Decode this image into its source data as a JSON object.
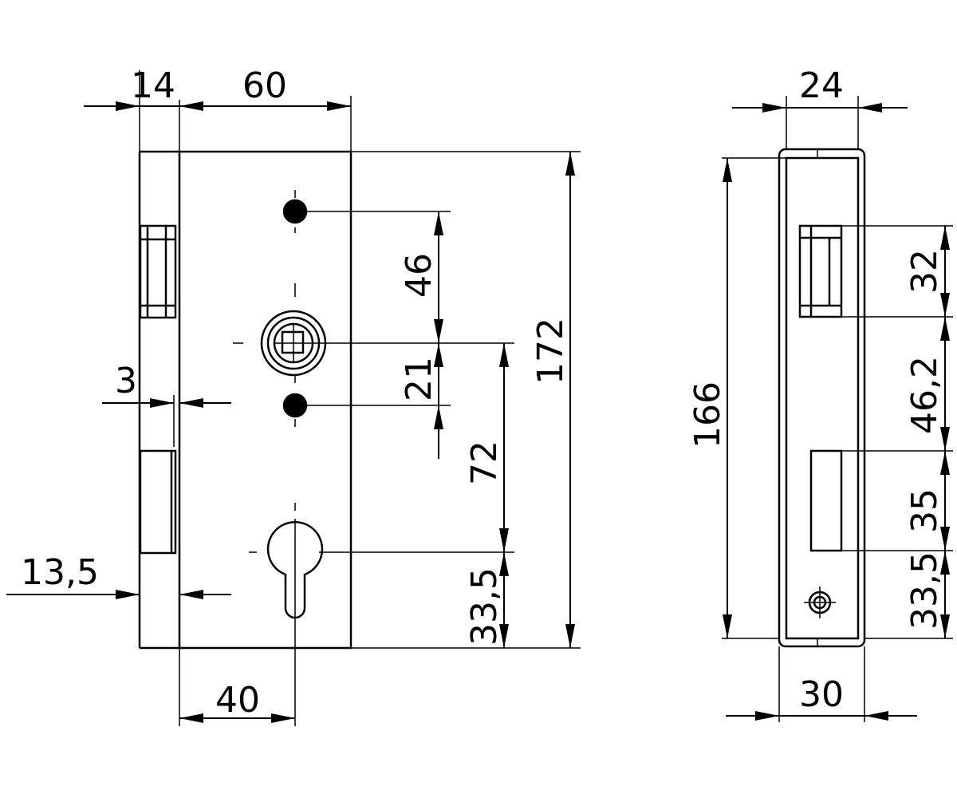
{
  "drawing": {
    "line_color": "#000000",
    "background": "#ffffff",
    "front_view": {
      "dims": {
        "faceplate_width": "14",
        "case_width": "60",
        "plate_offset": "3",
        "latch_projection": "13,5",
        "spacing_46": "46",
        "spacing_21": "21",
        "spacing_72": "72",
        "spacing_33_5": "33,5",
        "case_height": "172",
        "backset": "40"
      }
    },
    "side_view": {
      "dims": {
        "forend_width": "24",
        "forend_height": "166",
        "latch_height": "32",
        "spacing_46_2": "46,2",
        "bolt_height": "35",
        "spacing_33_5": "33,5",
        "body_width": "30"
      }
    }
  }
}
